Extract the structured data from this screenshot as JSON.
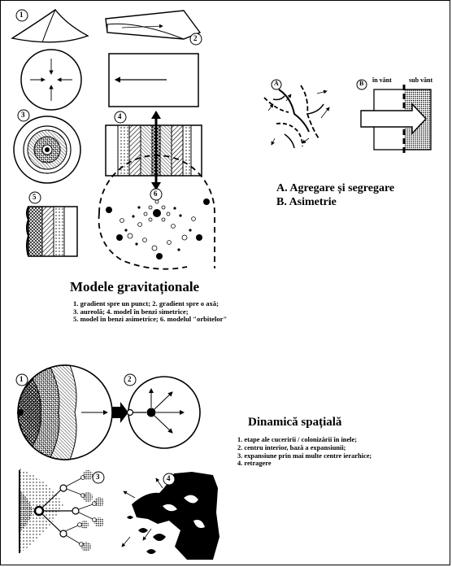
{
  "gravitational": {
    "title": "Modele gravitaționale",
    "legend": [
      "1. gradient spre un punct; 2. gradient spre o axă;",
      "3. aureolă; 4. model în benzi simetrice;",
      "5. model în benzi asimetrice; 6. modelul \"orbitelor\""
    ],
    "markers": [
      "1",
      "2",
      "3",
      "4",
      "5",
      "6"
    ]
  },
  "aggregation": {
    "line_a": "A. Agregare și segregare",
    "line_b": "B. Asimetrie",
    "marker_a": "A",
    "marker_b": "B",
    "label_wind": "în vânt",
    "label_lee": "sub vânt"
  },
  "dynamics": {
    "title": "Dinamică spațială",
    "legend": [
      "1. etape ale cuceririi / colonizării în inele;",
      "2. centru interior, bază a expansiunii;",
      "3. expansiune prin mai multe centre ierarhice;",
      "4. retragere"
    ],
    "markers": [
      "1",
      "2",
      "3",
      "4"
    ]
  }
}
